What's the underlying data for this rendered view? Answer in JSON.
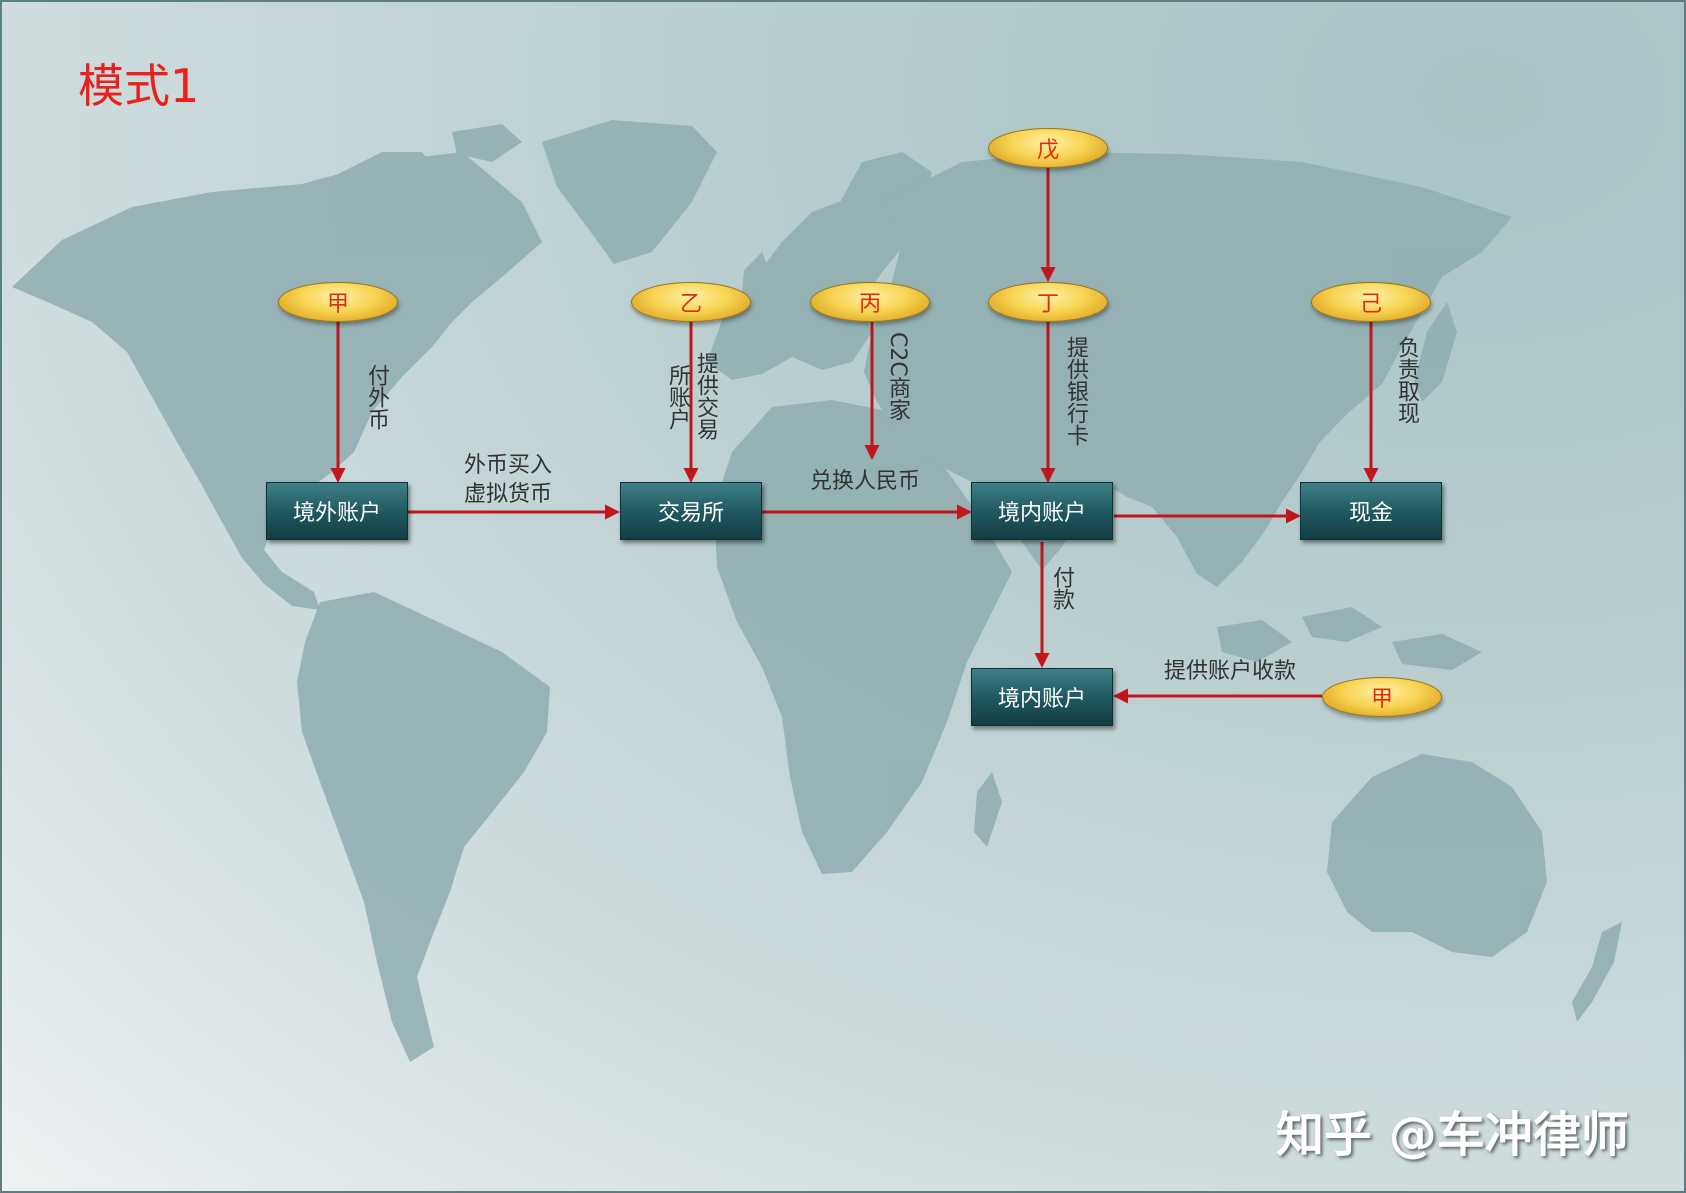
{
  "title": "模式1",
  "nodes": {
    "jia_top": "甲",
    "yi": "乙",
    "bing": "丙",
    "ding": "丁",
    "wu": "戊",
    "ji": "己",
    "jia_bottom": "甲"
  },
  "boxes": {
    "offshore_account": "境外账户",
    "exchange": "交易所",
    "domestic_account_1": "境内账户",
    "cash": "现金",
    "domestic_account_2": "境内账户"
  },
  "labels": {
    "pay_foreign_currency": "付外币",
    "buy_virtual_line1": "外币买入",
    "buy_virtual_line2": "虚拟货币",
    "provide_exchange_line1": "提供交易",
    "provide_exchange_line2": "所账户",
    "c2c_merchant": "C2C商家",
    "exchange_rmb": "兑换人民币",
    "provide_bank_card": "提供银行卡",
    "responsible_withdraw": "负责取现",
    "payment": "付款",
    "provide_account_collect": "提供账户收款"
  },
  "colors": {
    "arrow": "#c0171c",
    "title": "#e8211c",
    "node_text": "#e02a10",
    "box_top": "#3f7f86",
    "box_bottom": "#123d43",
    "land": "#8fadb0"
  },
  "watermark": "知乎 @车冲律师"
}
